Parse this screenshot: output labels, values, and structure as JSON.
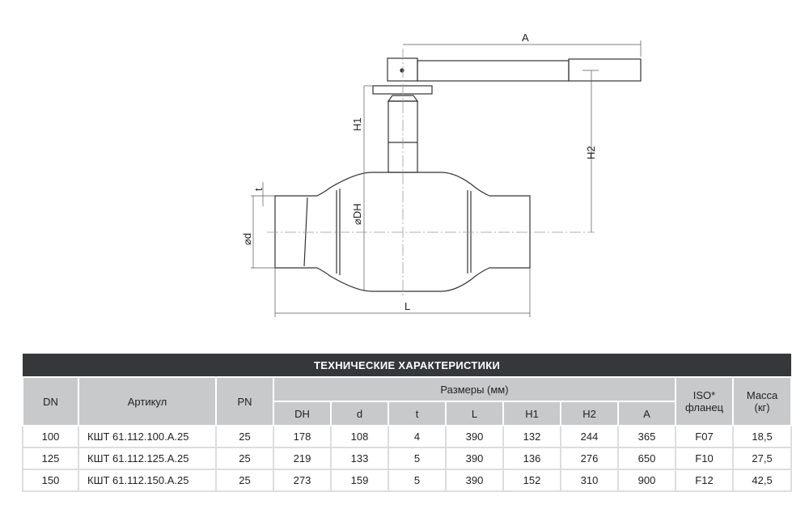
{
  "drawing": {
    "labels": {
      "A": "A",
      "H1": "H1",
      "H2": "H2",
      "DH": "⌀DH",
      "d": "⌀d",
      "t": "t",
      "L": "L"
    }
  },
  "table": {
    "title": "ТЕХНИЧЕСКИЕ ХАРАКТЕРИСТИКИ",
    "headers": {
      "dn": "DN",
      "article": "Артикул",
      "pn": "PN",
      "sizes": "Размеры (мм)",
      "dh": "DH",
      "d": "d",
      "t": "t",
      "l": "L",
      "h1": "H1",
      "h2": "H2",
      "a": "A",
      "iso": "ISO*",
      "iso2": "фланец",
      "mass": "Масса",
      "mass2": "(кг)"
    },
    "rows": [
      [
        "100",
        "КШТ 61.112.100.А.25",
        "25",
        "178",
        "108",
        "4",
        "390",
        "132",
        "244",
        "365",
        "F07",
        "18,5"
      ],
      [
        "125",
        "КШТ 61.112.125.А.25",
        "25",
        "219",
        "133",
        "5",
        "390",
        "136",
        "276",
        "650",
        "F10",
        "27,5"
      ],
      [
        "150",
        "КШТ 61.112.150.А.25",
        "25",
        "273",
        "159",
        "5",
        "390",
        "152",
        "310",
        "900",
        "F12",
        "42,5"
      ]
    ]
  }
}
